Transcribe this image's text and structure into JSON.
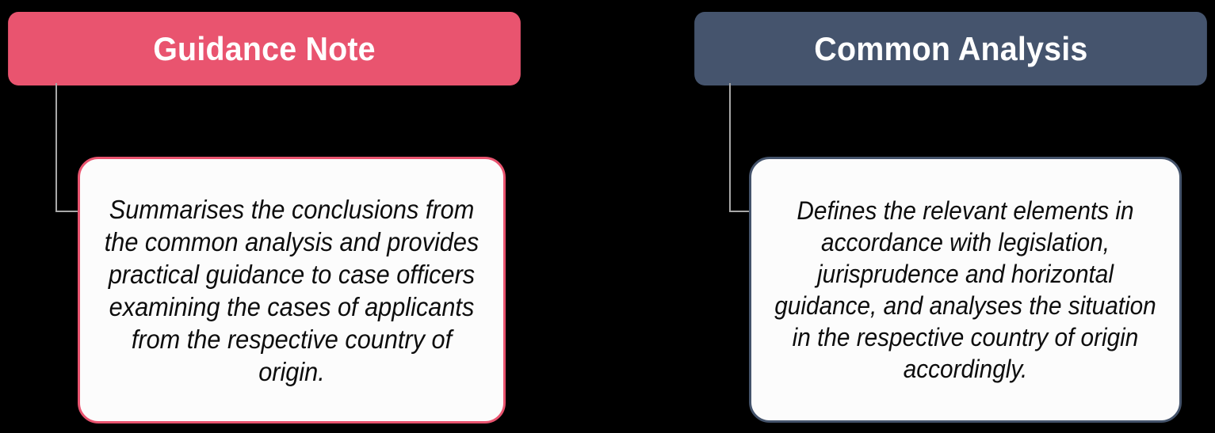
{
  "diagram": {
    "background_color": "#000000",
    "columns": [
      {
        "key": "guidance_note",
        "header": {
          "label": "Guidance Note",
          "fill_color": "#E9546F",
          "text_color": "#FFFFFF"
        },
        "connector": {
          "color": "#A8A8A8",
          "shape": "elbow-down-right"
        },
        "card": {
          "text": "Summarises the conclusions from the common analysis and provides practical guidance to case officers examining the cases of applicants from the respective country of origin.",
          "lines": [
            "Summarises the conclusions from",
            "the common analysis and",
            "provides practical guidance to",
            "case officers examining the cases",
            "of applicants from the respective",
            "country of origin."
          ],
          "border_color": "#E9546F",
          "fill_color": "#FCFCFC",
          "text_color": "#0D0D0D",
          "text_style": "italic"
        }
      },
      {
        "key": "common_analysis",
        "header": {
          "label": "Common Analysis",
          "fill_color": "#45546D",
          "text_color": "#FFFFFF"
        },
        "connector": {
          "color": "#A8A8A8",
          "shape": "elbow-down-right"
        },
        "card": {
          "text": "Defines the relevant elements in accordance with legislation, jurisprudence and horizontal guidance, and analyses the situation in the respective country of origin accordingly.",
          "lines": [
            "Defines the relevant elements in",
            "accordance with legislation,",
            "jurisprudence and horizontal",
            "guidance, and analyses the",
            "situation in the respective",
            "country of origin accordingly."
          ],
          "border_color": "#44536B",
          "fill_color": "#FCFCFC",
          "text_color": "#0D0D0D",
          "text_style": "italic"
        }
      }
    ]
  }
}
